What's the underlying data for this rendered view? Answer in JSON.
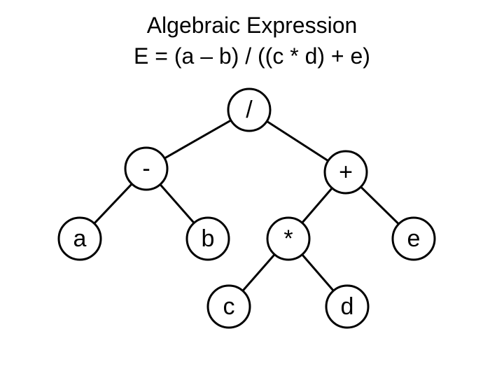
{
  "title": {
    "line1": "Algebraic Expression",
    "line2": "E = (a – b) / ((c * d) + e)"
  },
  "tree": {
    "nodes": [
      {
        "id": "root",
        "label": "/"
      },
      {
        "id": "minus",
        "label": "-"
      },
      {
        "id": "plus",
        "label": "+"
      },
      {
        "id": "a",
        "label": "a"
      },
      {
        "id": "b",
        "label": "b"
      },
      {
        "id": "times",
        "label": "*"
      },
      {
        "id": "e",
        "label": "e"
      },
      {
        "id": "c",
        "label": "c"
      },
      {
        "id": "d",
        "label": "d"
      }
    ],
    "edges": [
      {
        "from": "root",
        "to": "minus"
      },
      {
        "from": "root",
        "to": "plus"
      },
      {
        "from": "minus",
        "to": "a"
      },
      {
        "from": "minus",
        "to": "b"
      },
      {
        "from": "plus",
        "to": "times"
      },
      {
        "from": "plus",
        "to": "e"
      },
      {
        "from": "times",
        "to": "c"
      },
      {
        "from": "times",
        "to": "d"
      }
    ]
  }
}
